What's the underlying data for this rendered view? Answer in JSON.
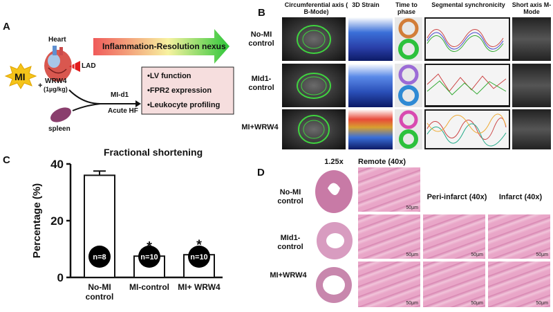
{
  "panelA": {
    "letter": "A",
    "heart": "Heart",
    "lad": "LAD",
    "mi": "MI",
    "plus": "+",
    "wrw4": "WRW4",
    "dose": "(1µg/kg)",
    "spleen": "spleen",
    "banner": "Inflammation-Resolution nexus",
    "mid1": "MI-d1",
    "acute": "Acute HF",
    "outcomes": [
      "•LV function",
      "•FPR2 expression",
      "•Leukocyte profiling"
    ]
  },
  "panelB": {
    "letter": "B",
    "col_headers": [
      "Circumferential axis ( B-Mode)",
      "3D Strain",
      "Time to phase",
      "Segmental synchronicity",
      "Short axis M-Mode"
    ],
    "row_labels": [
      "No-MI control",
      "MId1- control",
      "MI+WRW4"
    ]
  },
  "panelC": {
    "letter": "C",
    "title": "Fractional shortening",
    "ylabel": "Percentage (%)",
    "star": "*"
  },
  "chart_data": {
    "type": "bar",
    "title": "Fractional shortening",
    "ylabel": "Percentage (%)",
    "xlabel": "",
    "categories": [
      "No-MI control",
      "MI-control",
      "MI+ WRW4"
    ],
    "values": [
      36,
      7.5,
      8
    ],
    "errors": [
      1.5,
      0.8,
      0.9
    ],
    "n_labels": [
      "n=8",
      "n=10",
      "n=10"
    ],
    "significance": [
      "",
      "*",
      "*"
    ],
    "ylim": [
      0,
      40
    ],
    "yticks": [
      0,
      20,
      40
    ],
    "grid": false
  },
  "panelD": {
    "letter": "D",
    "col_headers": [
      "1.25x",
      "Remote (40x)",
      "Peri-infarct (40x)",
      "Infarct (40x)"
    ],
    "row_labels": [
      "No-MI control",
      "MId1- control",
      "MI+WRW4"
    ],
    "scale": "50µm"
  }
}
